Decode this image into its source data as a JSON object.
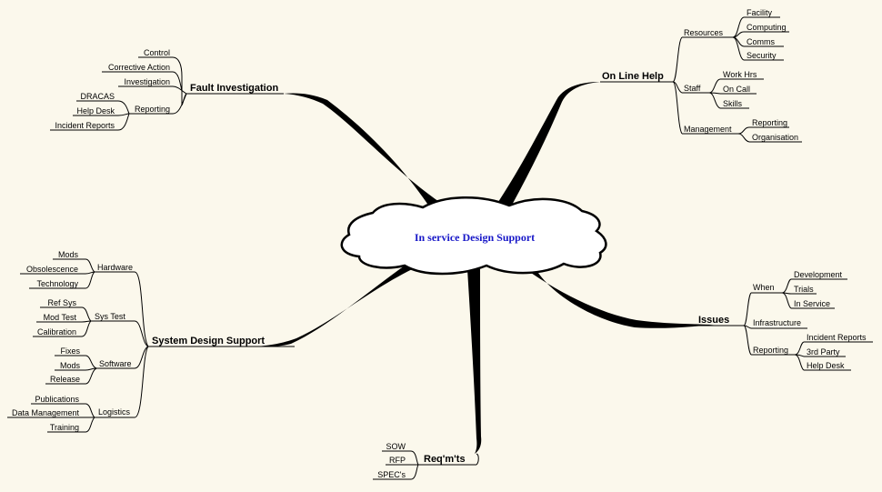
{
  "center": "In service Design Support",
  "branches": {
    "fault": {
      "label": "Fault Investigation",
      "items": [
        "Control",
        "Corrective Action",
        "Investigation",
        "Reporting"
      ],
      "reporting": [
        "DRACAS",
        "Help Desk",
        "Incident Reports"
      ]
    },
    "help": {
      "label": "On Line Help",
      "resources": "Resources",
      "resources_items": [
        "Facility",
        "Computing",
        "Comms",
        "Security"
      ],
      "staff": "Staff",
      "staff_items": [
        "Work Hrs",
        "On Call",
        "Skills"
      ],
      "management": "Management",
      "management_items": [
        "Reporting",
        "Organisation"
      ]
    },
    "sds": {
      "label": "System Design Support",
      "hardware": "Hardware",
      "hardware_items": [
        "Mods",
        "Obsolescence",
        "Technology"
      ],
      "systest": "Sys Test",
      "systest_items": [
        "Ref Sys",
        "Mod Test",
        "Calibration"
      ],
      "software": "Software",
      "software_items": [
        "Fixes",
        "Mods",
        "Release"
      ],
      "logistics": "Logistics",
      "logistics_items": [
        "Publications",
        "Data Management",
        "Training"
      ]
    },
    "issues": {
      "label": "Issues",
      "when": "When",
      "when_items": [
        "Development",
        "Trials",
        "In Service"
      ],
      "infrastructure": "Infrastructure",
      "reporting": "Reporting",
      "reporting_items": [
        "Incident Reports",
        "3rd Party",
        "Help Desk"
      ]
    },
    "reqs": {
      "label": "Req'm'ts",
      "items": [
        "SOW",
        "RFP",
        "SPEC's"
      ]
    }
  }
}
